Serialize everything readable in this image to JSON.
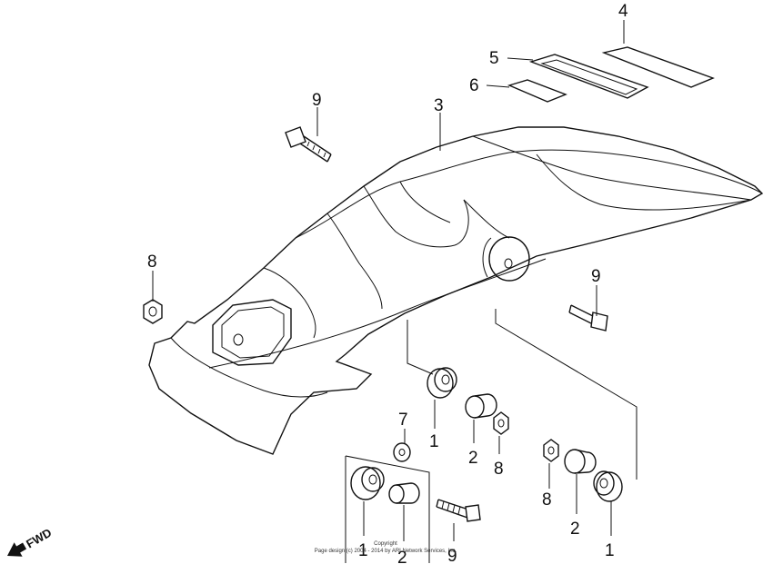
{
  "callouts": {
    "p1": "1",
    "p2": "2",
    "p3": "3",
    "p4": "4",
    "p5": "5",
    "p6": "6",
    "p7": "7",
    "p8": "8",
    "p9": "9"
  },
  "direction_label": "FWD",
  "footer": {
    "line1": "Copyright",
    "line2": "Page design (c) 2004 - 2014 by ARI Network Services, Inc."
  }
}
